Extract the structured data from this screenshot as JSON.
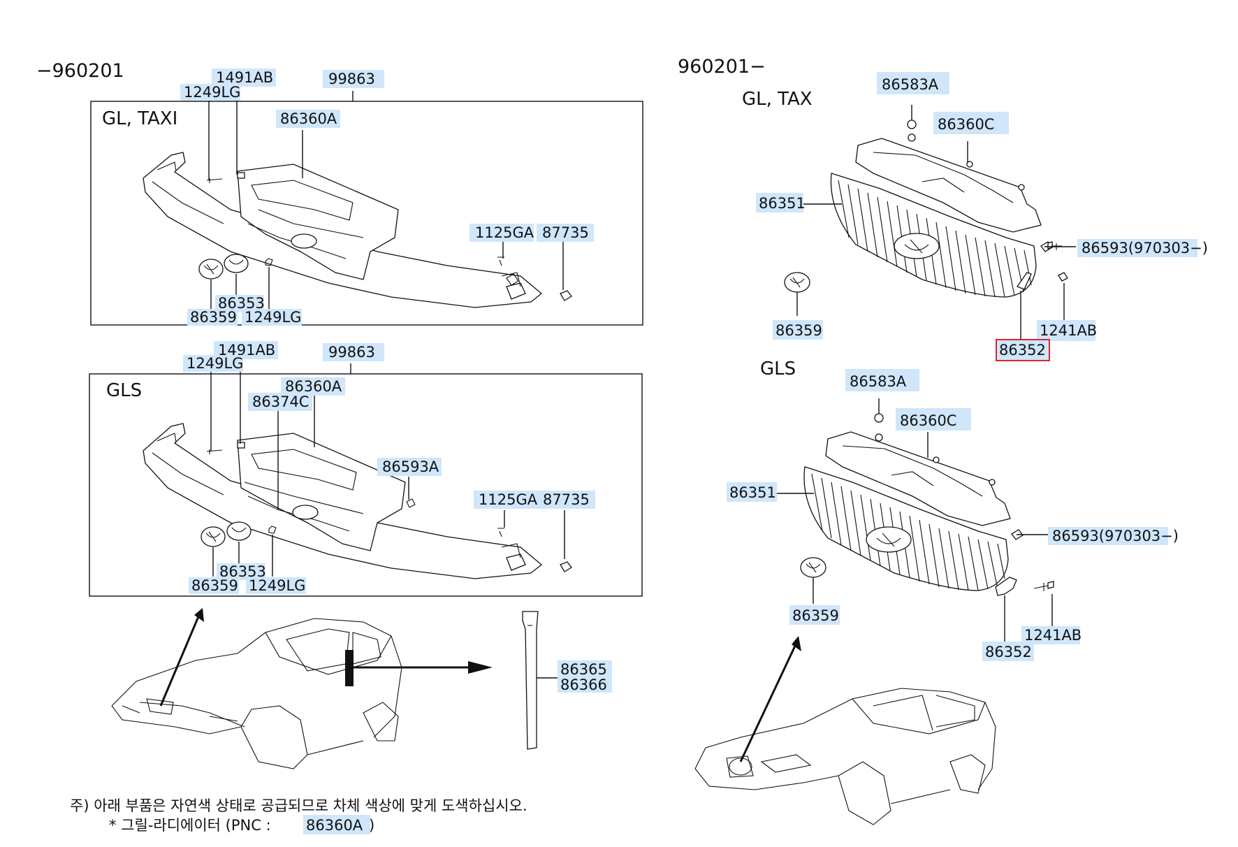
{
  "headers": {
    "left_range": "−960201",
    "right_range": "960201−",
    "left_top_variant": "GL, TAXI",
    "left_bottom_variant": "GLS",
    "right_top_variant": "GL, TAX",
    "right_bottom_variant": "GLS"
  },
  "labels": {
    "lt_99863": "99863",
    "lt_1491ab": "1491AB",
    "lt_1249lg_top": "1249LG",
    "lt_86360a": "86360A",
    "lt_1125ga": "1125GA",
    "lt_87735": "87735",
    "lt_86353": "86353",
    "lt_86359": "86359",
    "lt_1249lg_bot": "1249LG",
    "lb_99863": "99863",
    "lb_1491ab": "1491AB",
    "lb_1249lg_top": "1249LG",
    "lb_86360a": "86360A",
    "lb_86374c": "86374C",
    "lb_86593a": "86593A",
    "lb_1125ga": "1125GA",
    "lb_87735": "87735",
    "lb_86353": "86353",
    "lb_86359": "86359",
    "lb_1249lg_bot": "1249LG",
    "molding_1": "86365",
    "molding_2": "86366",
    "rt_86583a": "86583A",
    "rt_86360c": "86360C",
    "rt_86351": "86351",
    "rt_86593": "86593(970303−)",
    "rt_86359": "86359",
    "rt_1241ab": "1241AB",
    "rt_86352": "86352",
    "rb_86583a": "86583A",
    "rb_86360c": "86360C",
    "rb_86351": "86351",
    "rb_86593": "86593(970303−)",
    "rb_86359": "86359",
    "rb_1241ab": "1241AB",
    "rb_86352": "86352"
  },
  "notes": {
    "line1": "주) 아래 부품은 자연색 상태로 공급되므로 차체 색상에 맞게 도색하십시오.",
    "line2_prefix": "* 그릴-라디에이터 (PNC : ",
    "line2_pnc": "86360A",
    "line2_suffix": ")"
  },
  "colors": {
    "label_highlight": "#cfe6fb",
    "selected_outline": "#e0252b",
    "line": "#111111"
  },
  "selected_part": "86352"
}
